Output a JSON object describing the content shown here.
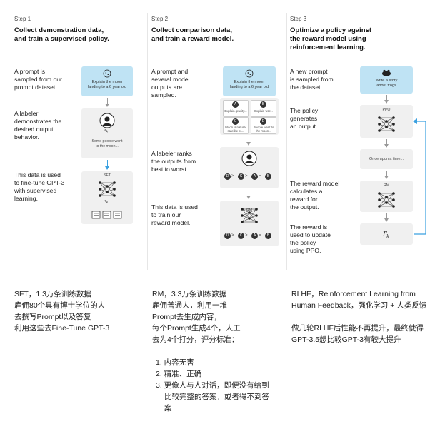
{
  "steps": [
    {
      "step": "Step 1",
      "title_l1": "Collect demonstration data,",
      "title_l2": "and train a supervised policy.",
      "desc1": [
        "A prompt is",
        "sampled from our",
        "prompt dataset."
      ],
      "desc2": [
        "A labeler",
        "demonstrates the",
        "desired output",
        "behavior."
      ],
      "desc3": [
        "This data is used",
        "to fine-tune GPT-3",
        "with supervised",
        "learning."
      ],
      "prompt_text": [
        "Explain the moon",
        "landing to a 6 year old"
      ],
      "output_text": [
        "Some people went",
        "to the moon..."
      ],
      "model_label": "SFT"
    },
    {
      "step": "Step 2",
      "title_l1": "Collect comparison data,",
      "title_l2": "and train a reward model.",
      "desc1": [
        "A prompt and",
        "several model",
        "outputs are",
        "sampled."
      ],
      "desc2": [
        "A labeler ranks",
        "the outputs from",
        "best to worst."
      ],
      "desc3": [
        "This data is used",
        "to train our",
        "reward model."
      ],
      "prompt_text": [
        "Explain the moon",
        "landing to a 6 year old"
      ],
      "outputs": [
        {
          "letter": "A",
          "text": "Explain gravity..."
        },
        {
          "letter": "B",
          "text": "Explain war..."
        },
        {
          "letter": "C",
          "text": "Moon is natural satellite of..."
        },
        {
          "letter": "D",
          "text": "People went to the moon..."
        }
      ],
      "ranking": [
        "D",
        "C",
        "A",
        "B"
      ],
      "model_label": "RM"
    },
    {
      "step": "Step 3",
      "title_l1": "Optimize a policy against",
      "title_l2": "the reward model using",
      "title_l3": "reinforcement learning.",
      "desc1": [
        "A new prompt",
        "is sampled from",
        "the dataset."
      ],
      "desc2": [
        "The policy",
        "generates",
        "an output."
      ],
      "desc3": [
        "The reward model",
        "calculates a",
        "reward for",
        "the output."
      ],
      "desc4": [
        "The reward is",
        "used to update",
        "the policy",
        "using PPO."
      ],
      "prompt_text": [
        "Write a story",
        "about frogs"
      ],
      "policy_label": "PPO",
      "output_text": "Once upon a time...",
      "rm_label": "RM",
      "reward_symbol": "r",
      "reward_sub": "k"
    }
  ],
  "notes": {
    "sft": [
      "SFT，1.3万条训练数据",
      "雇佣80个具有博士学位的人",
      "去撰写Prompt以及答复",
      "利用这些去Fine-Tune GPT-3"
    ],
    "rm": [
      "RM，3.3万条训练数据",
      "雇佣普通人，利用一堆",
      "Prompt去生成内容，",
      "每个Prompt生成4个，人工",
      "去为4个打分，评分标准："
    ],
    "rm_list": [
      "1. 内容无害",
      "2. 精准、正确",
      "3. 更像人与人对话，即便没有给到比较完整的答案，或者得不到答案"
    ],
    "rlhf": [
      "RLHF，Reinforcement Learning from",
      "Human Feedback，强化学习 + 人类反馈"
    ],
    "rlhf2": [
      "做几轮RLHF后性能不再提升，最终使得",
      "GPT-3.5想比较GPT-3有较大提升"
    ]
  }
}
